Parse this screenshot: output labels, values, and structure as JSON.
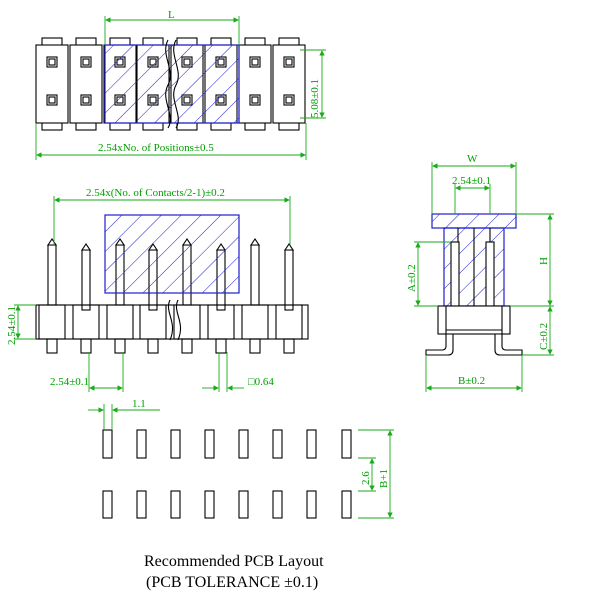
{
  "dimensions": {
    "top_L": "L",
    "top_height": "5.08±0.1",
    "top_width": "2.54xNo. of Positions±0.5",
    "side_span": "2.54x(No. of Contacts/2-1)±0.2",
    "side_height": "2.54±0.1",
    "side_pitch": "2.54±0.1",
    "side_pin": "□0.64",
    "end_W": "W",
    "end_inner": "2.54±0.1",
    "end_A": "A±0.2",
    "end_H": "H",
    "end_C": "C±0.2",
    "end_B": "B±0.2",
    "pcb_pad": "1.1",
    "pcb_gap": "2.6",
    "pcb_B": "B+1"
  },
  "caption": {
    "line1": "Recommended PCB Layout",
    "line2": "(PCB TOLERANCE ±0.1)"
  },
  "colors": {
    "dimension": "#1aaa1a",
    "hatch": "#1f1fcc",
    "outline": "#000000"
  }
}
